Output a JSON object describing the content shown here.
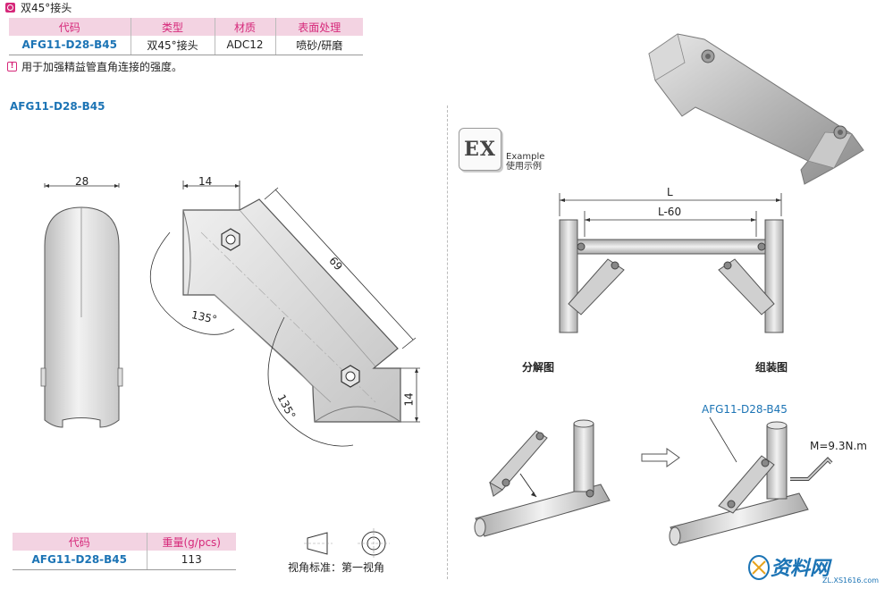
{
  "header": {
    "title": "双45°接头"
  },
  "spec_table": {
    "headers": [
      "代码",
      "类型",
      "材质",
      "表面处理"
    ],
    "row": [
      "AFG11-D28-B45",
      "双45°接头",
      "ADC12",
      "喷砂/研磨"
    ]
  },
  "note": {
    "icon": "!",
    "text": "用于加强精益管直角连接的强度。"
  },
  "drawing": {
    "model": "AFG11-D28-B45",
    "dim_width": "28",
    "dim_top": "14",
    "dim_length": "69",
    "dim_side": "14",
    "angle_1": "135°",
    "angle_2": "135°"
  },
  "example": {
    "badge": "EX",
    "label_en": "Example",
    "label_cn": "使用示例",
    "dim_L": "L",
    "dim_L60": "L-60",
    "caption_exploded": "分解图",
    "caption_assembled": "组装图",
    "callout": "AFG11-D28-B45",
    "torque": "M=9.3N.m"
  },
  "weight_table": {
    "headers": [
      "代码",
      "重量(g/pcs)"
    ],
    "row": [
      "AFG11-D28-B45",
      "113"
    ]
  },
  "view_standard": "视角标准：第一视角",
  "watermark": {
    "main": "资料网",
    "sub": "ZL.XS1616.com"
  },
  "colors": {
    "accent": "#d6287a",
    "code_blue": "#1c74b5",
    "header_bg": "#f3d3e2"
  }
}
